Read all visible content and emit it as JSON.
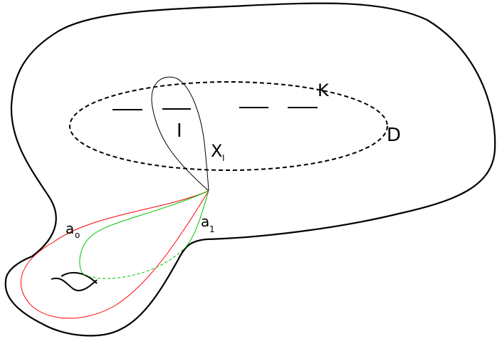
{
  "labels": {
    "K": "K",
    "D": "D",
    "I": "I",
    "X": "X",
    "X_sub": "I",
    "a0": "a",
    "a0_sub": "o",
    "a1": "a",
    "a1_sub": "1"
  },
  "colors": {
    "outline": "#000000",
    "curve_a0": "#ff0000",
    "curve_a1": "#00c000",
    "loop": "#000000"
  }
}
